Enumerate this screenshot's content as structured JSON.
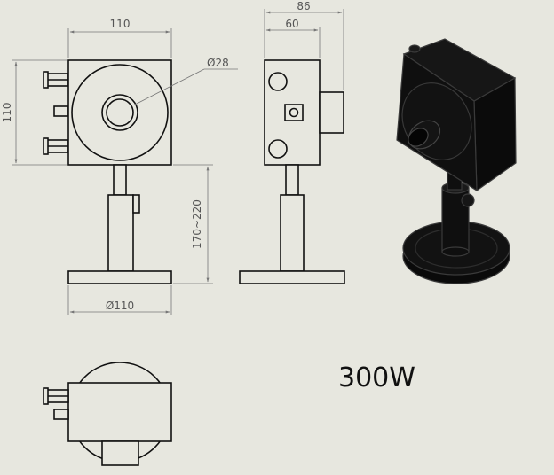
{
  "dimensions": {
    "front_width": "110",
    "front_height": "110",
    "aperture": "Ø28",
    "stand_height": "170~220",
    "base_diameter": "Ø110",
    "side_depth_total": "86",
    "side_depth_body": "60"
  },
  "power_label": "300W",
  "colors": {
    "background": "#e7e7df",
    "line": "#111111",
    "dimension": "#777777",
    "solid": "#0d0d0d"
  }
}
